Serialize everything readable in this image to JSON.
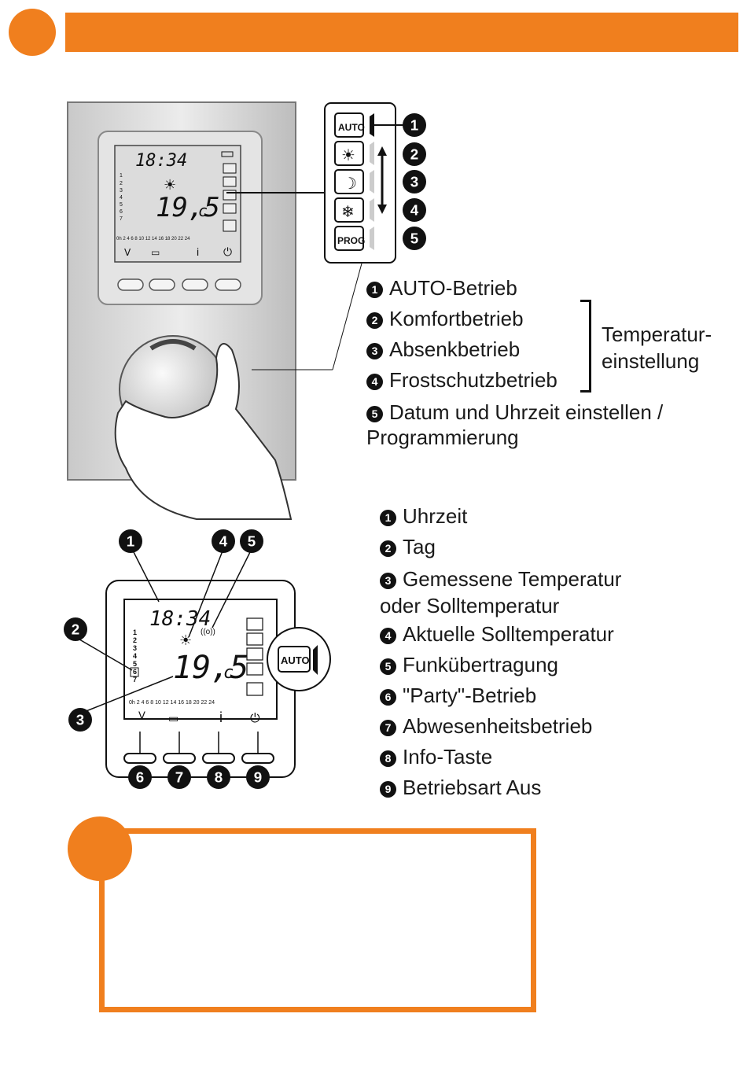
{
  "colors": {
    "accent": "#f07f1e"
  },
  "device": {
    "lcd_time": "18:34",
    "lcd_temp": "19,5",
    "lcd_unit": "c",
    "day_numbers": [
      "1",
      "2",
      "3",
      "4",
      "5",
      "6",
      "7"
    ],
    "hour_ticks": "0h 2  4  6  8 10 12 14 16 18 20 22 24",
    "mode_buttons": {
      "auto": "AUTO",
      "prog": "PROG"
    }
  },
  "callouts_top": [
    "1",
    "2",
    "3",
    "4",
    "5"
  ],
  "callouts_bottom": [
    "1",
    "2",
    "3",
    "4",
    "5",
    "6",
    "7",
    "8",
    "9"
  ],
  "legend_top": {
    "items": [
      {
        "num": "1",
        "text": "AUTO-Betrieb"
      },
      {
        "num": "2",
        "text": "Komfortbetrieb"
      },
      {
        "num": "3",
        "text": "Absenkbetrieb"
      },
      {
        "num": "4",
        "text": "Frostschutzbetrieb"
      },
      {
        "num": "5",
        "text": "Datum und Uhrzeit einstellen /",
        "cont": "Programmierung"
      }
    ],
    "bracket_label_1": "Temperatur-",
    "bracket_label_2": "einstellung"
  },
  "legend_bottom": {
    "items": [
      {
        "num": "1",
        "text": "Uhrzeit"
      },
      {
        "num": "2",
        "text": "Tag"
      },
      {
        "num": "3",
        "text": "Gemessene Temperatur",
        "cont": "oder Solltemperatur"
      },
      {
        "num": "4",
        "text": "Aktuelle Solltemperatur"
      },
      {
        "num": "5",
        "text": "Funkübertragung"
      },
      {
        "num": "6",
        "text": "\"Party\"-Betrieb"
      },
      {
        "num": "7",
        "text": "Abwesenheitsbetrieb"
      },
      {
        "num": "8",
        "text": "Info-Taste"
      },
      {
        "num": "9",
        "text": "Betriebsart Aus"
      }
    ]
  }
}
